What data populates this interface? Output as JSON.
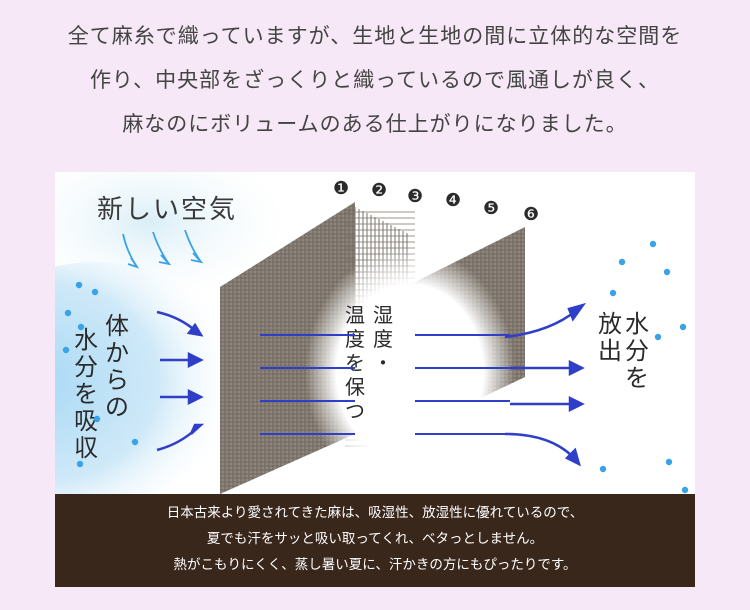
{
  "intro": {
    "lines": [
      "全て麻糸で織っていますが、生地と生地の間に立体的な空間を",
      "作り、中央部をざっくりと織っているので風通しが良く、",
      "麻なのにボリュームのある仕上がりになりました。"
    ]
  },
  "diagram": {
    "fresh_air_label": "新しい空気",
    "left_label": [
      "体から",
      "の",
      "水分",
      "を",
      "吸収"
    ],
    "left_label_lines": [
      "体から",
      "の",
      "水分を",
      "吸収"
    ],
    "center_label_lines": [
      "湿度・",
      "温度を保つ"
    ],
    "right_label_lines": [
      "水分を",
      "放出"
    ],
    "layer_numbers": [
      "❶",
      "❷",
      "❸",
      "❹",
      "❺",
      "❻"
    ]
  },
  "footer": {
    "lines": [
      "日本古来より愛されてきた麻は、吸湿性、放湿性に優れているので、",
      "夏でも汗をサッと吸い取ってくれ、ベタっとしません。",
      "熱がこもりにくく、蒸し暑い夏に、汗かきの方にもぴったりです。"
    ]
  },
  "colors": {
    "background": "#f6e8f6",
    "fabric": "#8a8178",
    "arrow_blue": "#2f3fc8",
    "dot_blue": "#3aa3e8",
    "footer_bg": "#3a271c"
  }
}
